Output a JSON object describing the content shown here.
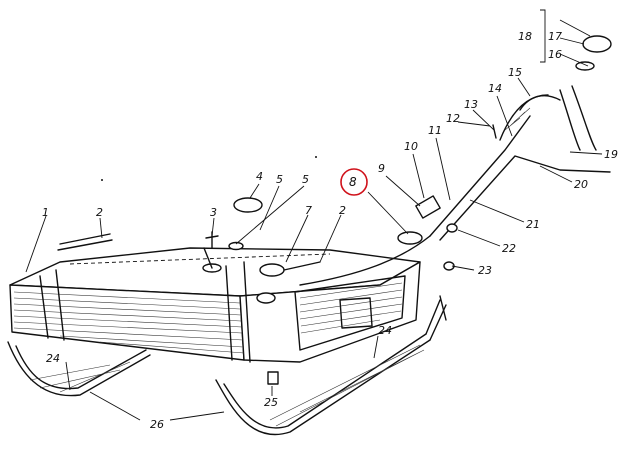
{
  "callouts": [
    {
      "id": "c1",
      "text": "1"
    },
    {
      "id": "c2a",
      "text": "2"
    },
    {
      "id": "c2b",
      "text": "2"
    },
    {
      "id": "c3",
      "text": "3"
    },
    {
      "id": "c4",
      "text": "4"
    },
    {
      "id": "c5a",
      "text": "5"
    },
    {
      "id": "c5b",
      "text": "5"
    },
    {
      "id": "c7",
      "text": "7"
    },
    {
      "id": "c8",
      "text": "8"
    },
    {
      "id": "c9",
      "text": "9"
    },
    {
      "id": "c10",
      "text": "10"
    },
    {
      "id": "c11",
      "text": "11"
    },
    {
      "id": "c12",
      "text": "12"
    },
    {
      "id": "c13",
      "text": "13"
    },
    {
      "id": "c14",
      "text": "14"
    },
    {
      "id": "c15",
      "text": "15"
    },
    {
      "id": "c16",
      "text": "16"
    },
    {
      "id": "c17",
      "text": "17"
    },
    {
      "id": "c18",
      "text": "18"
    },
    {
      "id": "c19",
      "text": "19"
    },
    {
      "id": "c20",
      "text": "20"
    },
    {
      "id": "c21",
      "text": "21"
    },
    {
      "id": "c22",
      "text": "22"
    },
    {
      "id": "c23",
      "text": "23"
    },
    {
      "id": "c24a",
      "text": "24"
    },
    {
      "id": "c24b",
      "text": "24"
    },
    {
      "id": "c25",
      "text": "25"
    },
    {
      "id": "c26",
      "text": "26"
    }
  ],
  "highlight": {
    "callout": "c8",
    "color": "#d0121b"
  }
}
